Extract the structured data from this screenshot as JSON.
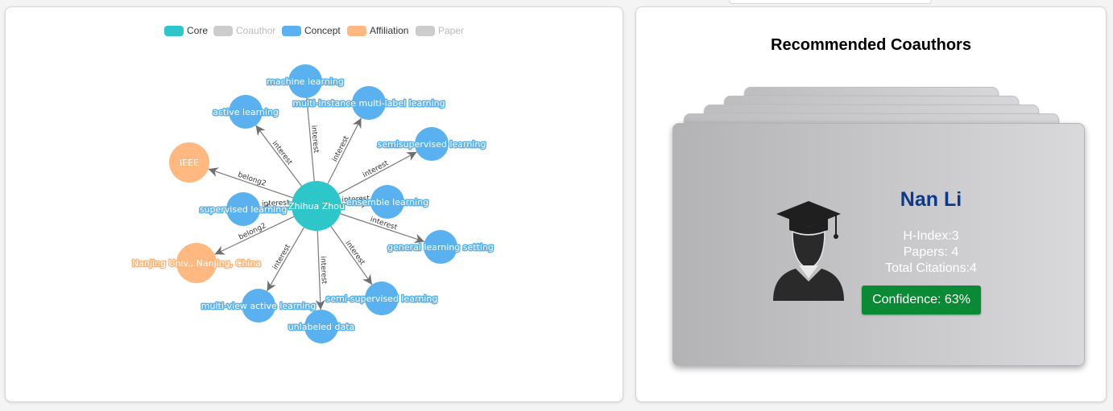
{
  "legend": [
    {
      "label": "Core",
      "color": "#2ec7c9",
      "active": true
    },
    {
      "label": "Coauthor",
      "color": "#cccccc",
      "active": false
    },
    {
      "label": "Concept",
      "color": "#5ab1ef",
      "active": true
    },
    {
      "label": "Affiliation",
      "color": "#ffb980",
      "active": true
    },
    {
      "label": "Paper",
      "color": "#cccccc",
      "active": false
    }
  ],
  "graph": {
    "core": {
      "label": "Zhihua Zhou",
      "category": "Core"
    },
    "nodes": [
      {
        "label": "machine learning",
        "category": "Concept",
        "edge": "interest"
      },
      {
        "label": "multi-instance multi-label learning",
        "category": "Concept",
        "edge": "interest"
      },
      {
        "label": "active learning",
        "category": "Concept",
        "edge": "interest"
      },
      {
        "label": "semisupervised learning",
        "category": "Concept",
        "edge": "interest"
      },
      {
        "label": "IEEE",
        "category": "Affiliation",
        "edge": "belong2"
      },
      {
        "label": "ensemble learning",
        "category": "Concept",
        "edge": "interest"
      },
      {
        "label": "supervised learning",
        "category": "Concept",
        "edge": "interest"
      },
      {
        "label": "general learning setting",
        "category": "Concept",
        "edge": "interest"
      },
      {
        "label": "Nanjing Univ., Nanjing, China",
        "category": "Affiliation",
        "edge": "belong2"
      },
      {
        "label": "multi-view active learning",
        "category": "Concept",
        "edge": "interest"
      },
      {
        "label": "semi-supervised learning",
        "category": "Concept",
        "edge": "interest"
      },
      {
        "label": "unlabeled data",
        "category": "Concept",
        "edge": "interest"
      }
    ]
  },
  "recommendations": {
    "title": "Recommended Coauthors",
    "card": {
      "name": "Nan Li",
      "h_index": "H-Index:3",
      "papers": "Papers: 4",
      "citations": "Total Citations:4",
      "confidence": "Confidence: 63%",
      "avatar_icon": "graduate-avatar-icon"
    }
  }
}
